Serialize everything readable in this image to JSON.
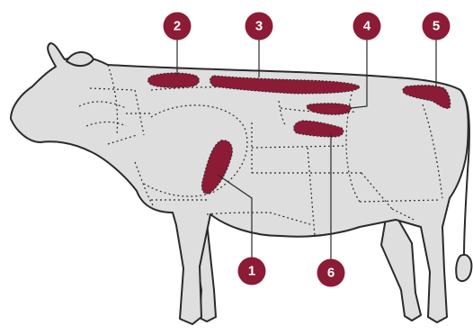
{
  "diagram": {
    "colors": {
      "body_fill": "#dedede",
      "outline": "#2a2a2a",
      "cut_fill": "#8c1b36",
      "marker_fill": "#8c1b36",
      "marker_text": "#ffffff",
      "background": "#ffffff"
    },
    "markers": [
      {
        "label": "2",
        "cut": "cut-2"
      },
      {
        "label": "3",
        "cut": "cut-3"
      },
      {
        "label": "4",
        "cut": "cut-4"
      },
      {
        "label": "5",
        "cut": "cut-5"
      },
      {
        "label": "1",
        "cut": "cut-1"
      },
      {
        "label": "6",
        "cut": "cut-6"
      }
    ]
  }
}
